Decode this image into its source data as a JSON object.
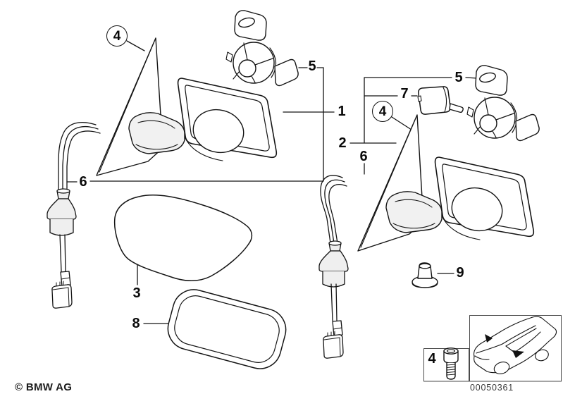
{
  "callouts": {
    "left_assembly": {
      "gasket": "4",
      "speaker_bracket": "5",
      "mirror_assembly": "1",
      "wiring_harness": "6"
    },
    "glass": {
      "mirror_glass": "3",
      "framed_mirror_glass": "8"
    },
    "right_assembly": {
      "speaker_bracket": "5",
      "drive_motor": "7",
      "gasket": "4",
      "mirror_assembly": "2",
      "wiring_harness": "6",
      "grommet": "9"
    },
    "inset": {
      "screw": "4"
    }
  },
  "footer": {
    "copyright": "© BMW AG",
    "image_number": "00050361"
  }
}
